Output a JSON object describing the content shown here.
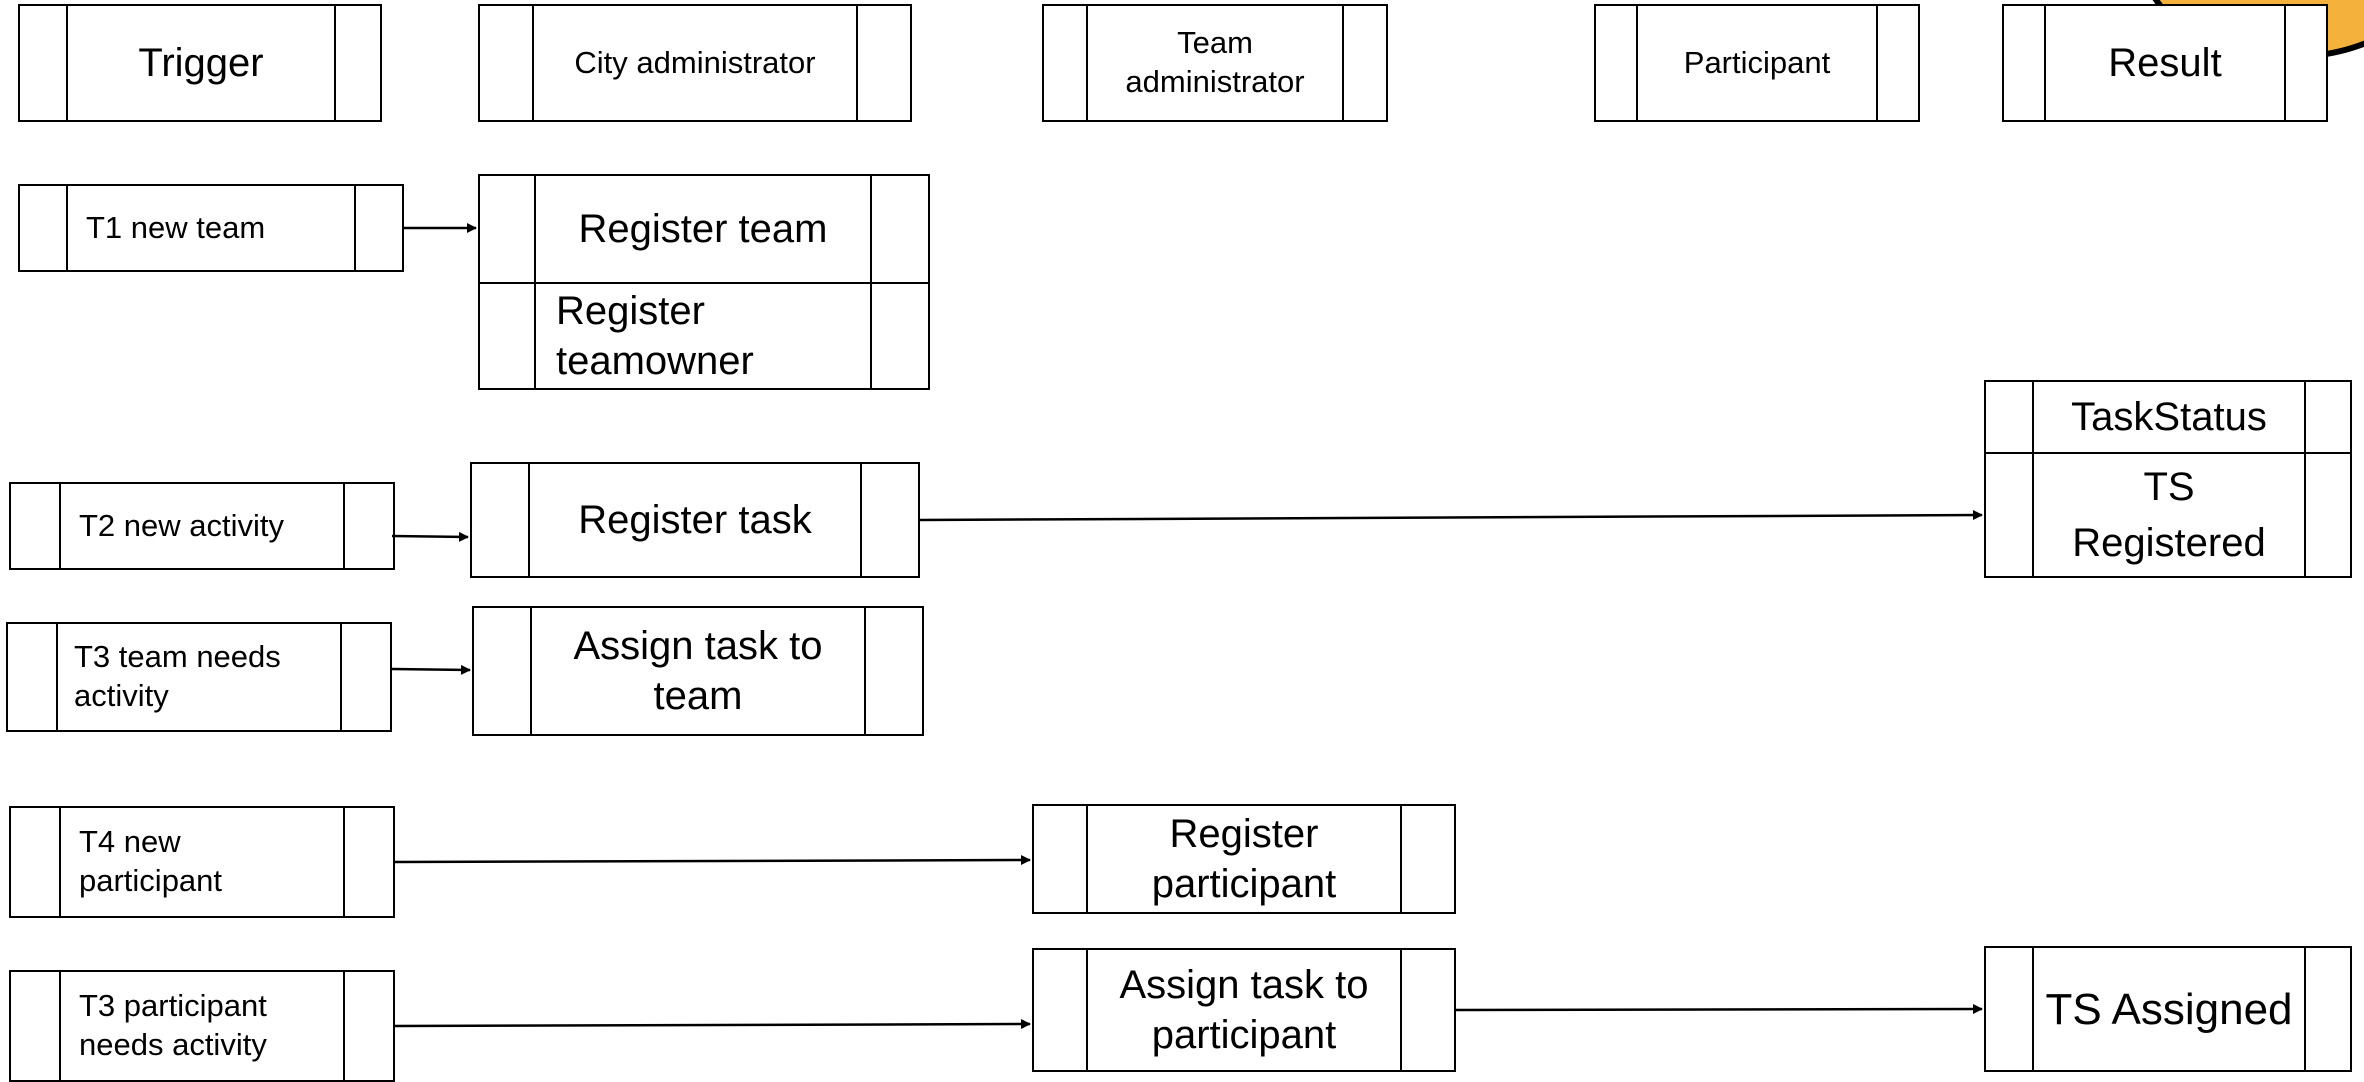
{
  "headers": {
    "trigger": "Trigger",
    "city_admin": "City administrator",
    "team_admin": "Team\nadministrator",
    "participant": "Participant",
    "result": "Result"
  },
  "triggers": {
    "t1": "T1 new team",
    "t2": "T2 new activity",
    "t3_team": "T3 team needs\nactivity",
    "t4": "T4 new\nparticipant",
    "t3_participant": "T3 participant\nneeds activity"
  },
  "actions": {
    "register_team": "Register team",
    "register_teamowner": "Register\nteamowner",
    "register_task": "Register task",
    "assign_task_team": "Assign task to\nteam",
    "register_participant": "Register\nparticipant",
    "assign_task_participant": "Assign task to\nparticipant"
  },
  "results": {
    "task_status": "TaskStatus",
    "ts_registered": "TS\nRegistered",
    "ts_assigned": "TS Assigned"
  },
  "colors": {
    "line": "#000000",
    "background": "#ffffff",
    "decoration": "#f4b23c"
  }
}
